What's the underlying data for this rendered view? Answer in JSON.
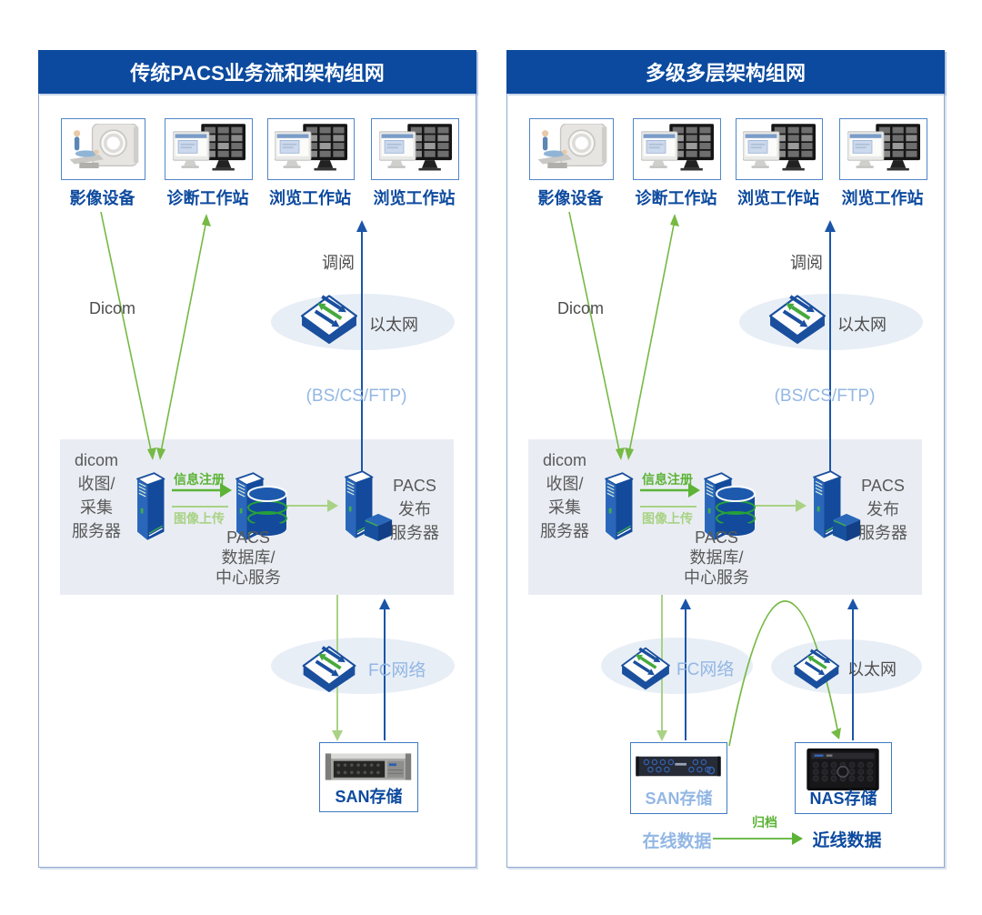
{
  "colors": {
    "title_bar_bg": "#0C4A9F",
    "panel_border": "#8FA9CF",
    "dark_blue_line": "#1B55A8",
    "device_label_blue": "#0D4A9E",
    "light_blue_text": "#93B7E4",
    "green": "#5CB336",
    "light_green": "#A9D285",
    "gray_text": "#4D4D4D",
    "server_zone_bg": "#E9EDF3",
    "ellipse_bg": "#E8EEF6"
  },
  "left": {
    "title": "传统PACS业务流和架构组网",
    "devices": [
      "影像设备",
      "诊断工作站",
      "浏览工作站",
      "浏览工作站"
    ],
    "dicom": "Dicom",
    "retrieve": "调阅",
    "ethernet": "以太网",
    "protocol": "(BS/CS/FTP)",
    "ingest": [
      "dicom",
      "收图/",
      "采集",
      "服务器"
    ],
    "register": "信息注册",
    "upload": "图像上传",
    "db": [
      "PACS",
      "数据库/",
      "中心服务"
    ],
    "publish": [
      "PACS",
      "发布",
      "服务器"
    ],
    "fc": "FC网络",
    "san": "SAN存储"
  },
  "right": {
    "title": "多级多层架构组网",
    "devices": [
      "影像设备",
      "诊断工作站",
      "浏览工作站",
      "浏览工作站"
    ],
    "dicom": "Dicom",
    "retrieve": "调阅",
    "ethernet": "以太网",
    "protocol": "(BS/CS/FTP)",
    "ingest": [
      "dicom",
      "收图/",
      "采集",
      "服务器"
    ],
    "register": "信息注册",
    "upload": "图像上传",
    "db": [
      "PACS",
      "数据库/",
      "中心服务"
    ],
    "publish": [
      "PACS",
      "发布",
      "服务器"
    ],
    "fc": "FC网络",
    "ethernet2": "以太网",
    "san": "SAN存储",
    "nas": "NAS存储",
    "online": "在线数据",
    "archive": "归档",
    "nearline": "近线数据"
  }
}
